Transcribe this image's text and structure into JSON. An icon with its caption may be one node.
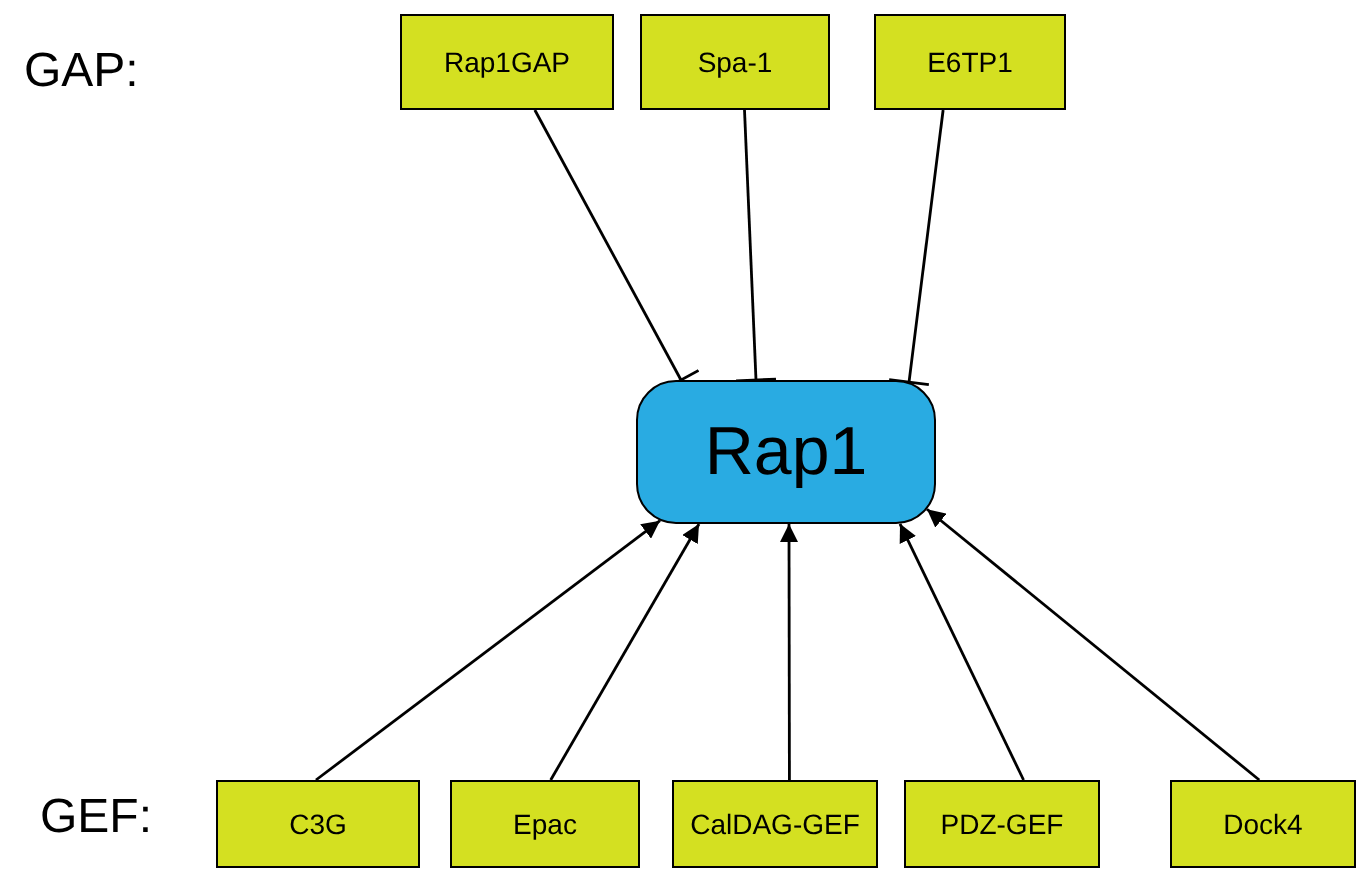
{
  "diagram": {
    "nodes": [
      {
        "text": [
          "Rap1GAP"
        ]
      },
      {
        "text": [
          "Spa-1"
        ]
      },
      {
        "text": [
          "E6TP1"
        ]
      },
      {
        "text": [
          "Rap1"
        ]
      },
      {
        "text": [
          "C3G"
        ]
      },
      {
        "text": [
          "Epac"
        ]
      },
      {
        "text": [
          "CalDAG-GEF"
        ]
      },
      {
        "text": [
          "PDZ-GEF"
        ]
      },
      {
        "text": [
          "Dock4"
        ]
      }
    ],
    "edges": [
      {
        "from": 0,
        "to": 3,
        "arrow": "other"
      },
      {
        "from": 1,
        "to": 3,
        "arrow": "other"
      },
      {
        "from": 2,
        "to": 3,
        "arrow": "other"
      },
      {
        "from": 4,
        "to": 3,
        "arrow": "to"
      },
      {
        "from": 5,
        "to": 3,
        "arrow": "to"
      },
      {
        "from": 6,
        "to": 3,
        "arrow": "to"
      },
      {
        "from": 7,
        "to": 3,
        "arrow": "to"
      },
      {
        "from": 8,
        "to": 3,
        "arrow": "to"
      }
    ],
    "labels": [
      "GAP:",
      "GEF:"
    ]
  }
}
